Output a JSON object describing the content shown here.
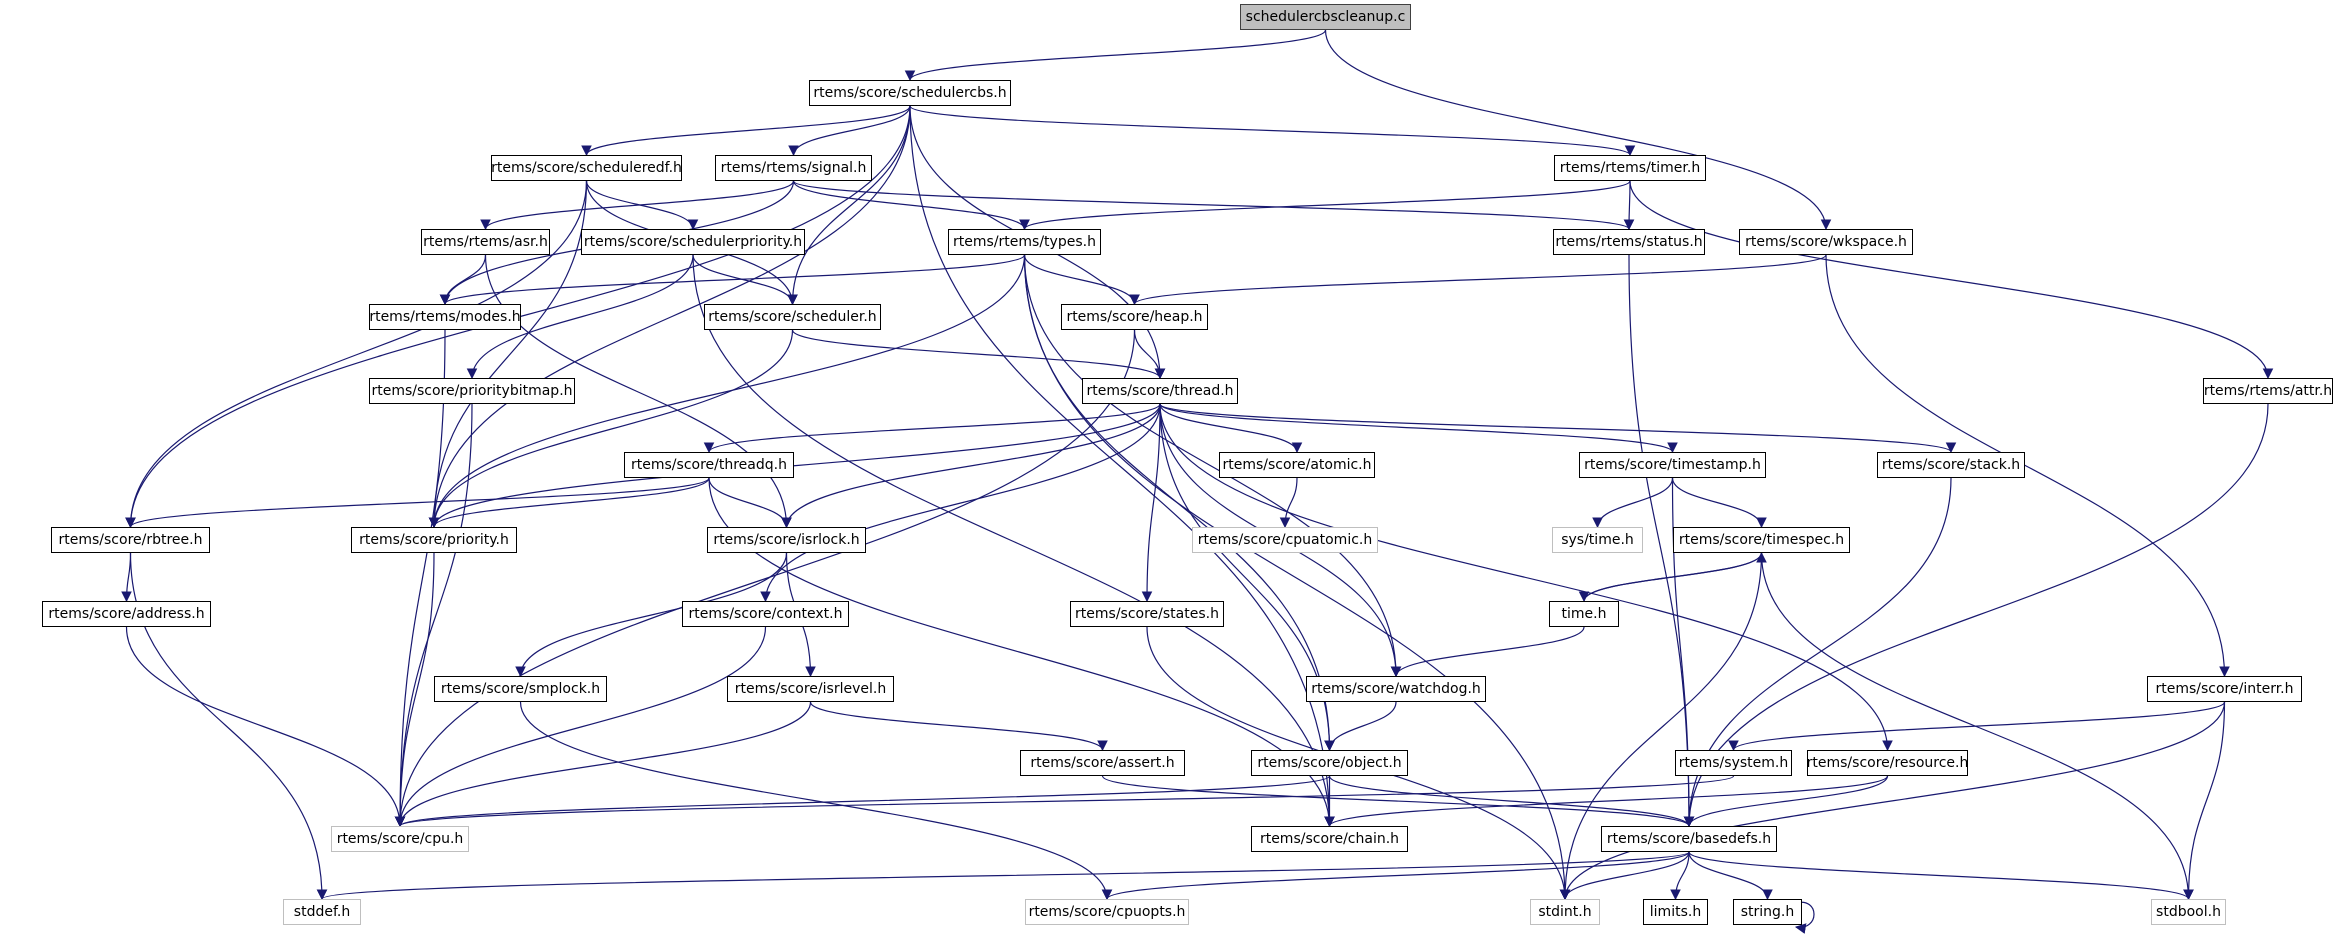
{
  "title": "schedulercbscleanup.c",
  "colors": {
    "edge": "#191970",
    "missing_border": "#bfbfbf",
    "root_fill": "#bfbfbf",
    "node_border": "#000000"
  },
  "nodes": [
    {
      "id": "root",
      "label": "schedulercbscleanup.c",
      "kind": "root"
    },
    {
      "id": "schedulercbs",
      "label": "rtems/score/schedulercbs.h",
      "kind": "normal"
    },
    {
      "id": "scheduleredf",
      "label": "rtems/score/scheduleredf.h",
      "kind": "normal"
    },
    {
      "id": "signal",
      "label": "rtems/rtems/signal.h",
      "kind": "normal"
    },
    {
      "id": "timer",
      "label": "rtems/rtems/timer.h",
      "kind": "normal"
    },
    {
      "id": "asr",
      "label": "rtems/rtems/asr.h",
      "kind": "normal"
    },
    {
      "id": "schedulerpriority",
      "label": "rtems/score/schedulerpriority.h",
      "kind": "normal"
    },
    {
      "id": "types",
      "label": "rtems/rtems/types.h",
      "kind": "normal"
    },
    {
      "id": "status",
      "label": "rtems/rtems/status.h",
      "kind": "normal"
    },
    {
      "id": "wkspace",
      "label": "rtems/score/wkspace.h",
      "kind": "normal"
    },
    {
      "id": "modes",
      "label": "rtems/rtems/modes.h",
      "kind": "normal"
    },
    {
      "id": "scheduler",
      "label": "rtems/score/scheduler.h",
      "kind": "normal"
    },
    {
      "id": "heap",
      "label": "rtems/score/heap.h",
      "kind": "normal"
    },
    {
      "id": "prioritybitmap",
      "label": "rtems/score/prioritybitmap.h",
      "kind": "normal"
    },
    {
      "id": "thread",
      "label": "rtems/score/thread.h",
      "kind": "normal"
    },
    {
      "id": "attr",
      "label": "rtems/rtems/attr.h",
      "kind": "normal"
    },
    {
      "id": "threadq",
      "label": "rtems/score/threadq.h",
      "kind": "normal"
    },
    {
      "id": "atomic",
      "label": "rtems/score/atomic.h",
      "kind": "normal"
    },
    {
      "id": "timestamp",
      "label": "rtems/score/timestamp.h",
      "kind": "normal"
    },
    {
      "id": "stack",
      "label": "rtems/score/stack.h",
      "kind": "normal"
    },
    {
      "id": "rbtree",
      "label": "rtems/score/rbtree.h",
      "kind": "normal"
    },
    {
      "id": "priority",
      "label": "rtems/score/priority.h",
      "kind": "normal"
    },
    {
      "id": "isrlock",
      "label": "rtems/score/isrlock.h",
      "kind": "normal"
    },
    {
      "id": "cpuatomic",
      "label": "rtems/score/cpuatomic.h",
      "kind": "missing"
    },
    {
      "id": "systime",
      "label": "sys/time.h",
      "kind": "missing"
    },
    {
      "id": "timespec",
      "label": "rtems/score/timespec.h",
      "kind": "normal"
    },
    {
      "id": "address",
      "label": "rtems/score/address.h",
      "kind": "normal"
    },
    {
      "id": "context",
      "label": "rtems/score/context.h",
      "kind": "normal"
    },
    {
      "id": "states",
      "label": "rtems/score/states.h",
      "kind": "normal"
    },
    {
      "id": "time",
      "label": "time.h",
      "kind": "normal"
    },
    {
      "id": "smplock",
      "label": "rtems/score/smplock.h",
      "kind": "normal"
    },
    {
      "id": "isrlevel",
      "label": "rtems/score/isrlevel.h",
      "kind": "normal"
    },
    {
      "id": "watchdog",
      "label": "rtems/score/watchdog.h",
      "kind": "normal"
    },
    {
      "id": "interr",
      "label": "rtems/score/interr.h",
      "kind": "normal"
    },
    {
      "id": "assert",
      "label": "rtems/score/assert.h",
      "kind": "normal"
    },
    {
      "id": "object",
      "label": "rtems/score/object.h",
      "kind": "normal"
    },
    {
      "id": "system",
      "label": "rtems/system.h",
      "kind": "normal"
    },
    {
      "id": "resource",
      "label": "rtems/score/resource.h",
      "kind": "normal"
    },
    {
      "id": "cpu",
      "label": "rtems/score/cpu.h",
      "kind": "missing"
    },
    {
      "id": "chain",
      "label": "rtems/score/chain.h",
      "kind": "normal"
    },
    {
      "id": "basedefs",
      "label": "rtems/score/basedefs.h",
      "kind": "normal"
    },
    {
      "id": "stddef",
      "label": "stddef.h",
      "kind": "missing"
    },
    {
      "id": "cpuopts",
      "label": "rtems/score/cpuopts.h",
      "kind": "missing"
    },
    {
      "id": "stdint",
      "label": "stdint.h",
      "kind": "missing"
    },
    {
      "id": "limits",
      "label": "limits.h",
      "kind": "normal"
    },
    {
      "id": "string",
      "label": "string.h",
      "kind": "normal"
    },
    {
      "id": "stdbool",
      "label": "stdbool.h",
      "kind": "missing"
    }
  ],
  "edges": [
    [
      "root",
      "schedulercbs"
    ],
    [
      "root",
      "wkspace"
    ],
    [
      "schedulercbs",
      "scheduleredf"
    ],
    [
      "schedulercbs",
      "signal"
    ],
    [
      "schedulercbs",
      "timer"
    ],
    [
      "schedulercbs",
      "scheduler"
    ],
    [
      "schedulercbs",
      "thread"
    ],
    [
      "schedulercbs",
      "rbtree"
    ],
    [
      "schedulercbs",
      "priority"
    ],
    [
      "schedulercbs",
      "chain"
    ],
    [
      "scheduleredf",
      "schedulerpriority"
    ],
    [
      "scheduleredf",
      "scheduler"
    ],
    [
      "scheduleredf",
      "rbtree"
    ],
    [
      "scheduleredf",
      "priority"
    ],
    [
      "signal",
      "asr"
    ],
    [
      "signal",
      "modes"
    ],
    [
      "signal",
      "types"
    ],
    [
      "signal",
      "status"
    ],
    [
      "timer",
      "types"
    ],
    [
      "timer",
      "status"
    ],
    [
      "timer",
      "attr"
    ],
    [
      "asr",
      "modes"
    ],
    [
      "asr",
      "isrlock"
    ],
    [
      "schedulerpriority",
      "prioritybitmap"
    ],
    [
      "schedulerpriority",
      "scheduler"
    ],
    [
      "schedulerpriority",
      "chain"
    ],
    [
      "types",
      "modes"
    ],
    [
      "types",
      "heap"
    ],
    [
      "types",
      "object"
    ],
    [
      "types",
      "priority"
    ],
    [
      "types",
      "watchdog"
    ],
    [
      "types",
      "stdint"
    ],
    [
      "status",
      "basedefs"
    ],
    [
      "wkspace",
      "heap"
    ],
    [
      "wkspace",
      "interr"
    ],
    [
      "modes",
      "cpu"
    ],
    [
      "scheduler",
      "thread"
    ],
    [
      "scheduler",
      "priority"
    ],
    [
      "heap",
      "thread"
    ],
    [
      "heap",
      "cpu"
    ],
    [
      "prioritybitmap",
      "cpu"
    ],
    [
      "thread",
      "threadq"
    ],
    [
      "thread",
      "atomic"
    ],
    [
      "thread",
      "timestamp"
    ],
    [
      "thread",
      "stack"
    ],
    [
      "thread",
      "priority"
    ],
    [
      "thread",
      "isrlock"
    ],
    [
      "thread",
      "context"
    ],
    [
      "thread",
      "states"
    ],
    [
      "thread",
      "watchdog"
    ],
    [
      "thread",
      "object"
    ],
    [
      "thread",
      "resource"
    ],
    [
      "attr",
      "basedefs"
    ],
    [
      "threadq",
      "rbtree"
    ],
    [
      "threadq",
      "priority"
    ],
    [
      "threadq",
      "isrlock"
    ],
    [
      "threadq",
      "chain"
    ],
    [
      "atomic",
      "cpuatomic"
    ],
    [
      "timestamp",
      "systime"
    ],
    [
      "timestamp",
      "timespec"
    ],
    [
      "timestamp",
      "basedefs"
    ],
    [
      "stack",
      "basedefs"
    ],
    [
      "rbtree",
      "address"
    ],
    [
      "rbtree",
      "stddef"
    ],
    [
      "priority",
      "cpu"
    ],
    [
      "isrlock",
      "smplock"
    ],
    [
      "isrlock",
      "isrlevel"
    ],
    [
      "timespec",
      "time"
    ],
    [
      "timespec",
      "stdint"
    ],
    [
      "timespec",
      "stdbool"
    ],
    [
      "address",
      "cpu"
    ],
    [
      "context",
      "cpu"
    ],
    [
      "states",
      "stdint"
    ],
    [
      "time",
      "timespec"
    ],
    [
      "time",
      "watchdog"
    ],
    [
      "smplock",
      "cpuopts"
    ],
    [
      "isrlevel",
      "assert"
    ],
    [
      "isrlevel",
      "cpu"
    ],
    [
      "watchdog",
      "object"
    ],
    [
      "interr",
      "system"
    ],
    [
      "interr",
      "stdbool"
    ],
    [
      "interr",
      "stdint"
    ],
    [
      "assert",
      "basedefs"
    ],
    [
      "object",
      "chain"
    ],
    [
      "object",
      "cpu"
    ],
    [
      "object",
      "basedefs"
    ],
    [
      "system",
      "cpu"
    ],
    [
      "resource",
      "chain"
    ],
    [
      "resource",
      "basedefs"
    ],
    [
      "basedefs",
      "stddef"
    ],
    [
      "basedefs",
      "cpuopts"
    ],
    [
      "basedefs",
      "stdint"
    ],
    [
      "basedefs",
      "limits"
    ],
    [
      "basedefs",
      "string"
    ],
    [
      "basedefs",
      "stdbool"
    ],
    [
      "string",
      "string"
    ]
  ]
}
